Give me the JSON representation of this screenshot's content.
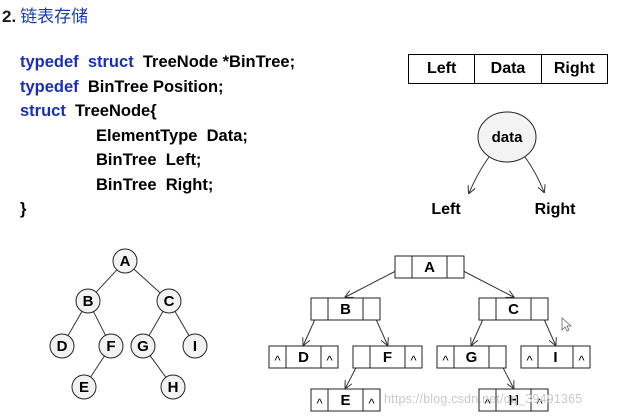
{
  "title": {
    "number": "2.",
    "text": "链表存储"
  },
  "code": {
    "lines": [
      {
        "kw": "typedef  struct",
        "rest": "  TreeNode *BinTree;"
      },
      {
        "kw": "typedef",
        "rest": "  BinTree Position;"
      },
      {
        "kw": "struct",
        "rest": "  TreeNode{"
      },
      {
        "kw": "",
        "rest": "ElementType  Data;"
      },
      {
        "kw": "",
        "rest": "BinTree  Left;"
      },
      {
        "kw": "",
        "rest": "BinTree  Right;"
      },
      {
        "kw": "",
        "rest": "}"
      }
    ]
  },
  "node_struct": {
    "fields": [
      "Left",
      "Data",
      "Right"
    ]
  },
  "data_node": {
    "label": "data",
    "left": "Left",
    "right": "Right"
  },
  "tree": {
    "nodes": [
      "A",
      "B",
      "C",
      "D",
      "F",
      "G",
      "I",
      "E",
      "H"
    ],
    "edges": [
      [
        "A",
        "B"
      ],
      [
        "A",
        "C"
      ],
      [
        "B",
        "D"
      ],
      [
        "B",
        "F"
      ],
      [
        "F",
        "E"
      ],
      [
        "C",
        "G"
      ],
      [
        "C",
        "I"
      ],
      [
        "G",
        "H"
      ]
    ]
  },
  "linked_tree": {
    "nodes": [
      "A",
      "B",
      "C",
      "D",
      "F",
      "G",
      "I",
      "E",
      "H"
    ],
    "null_symbol": "^"
  },
  "watermark": "https://blog.csdn.net/qq_39491365",
  "colors": {
    "keyword": "#1a2fb8",
    "title_cn": "#1a3ea8",
    "node_fill": "#f2f2f2"
  }
}
